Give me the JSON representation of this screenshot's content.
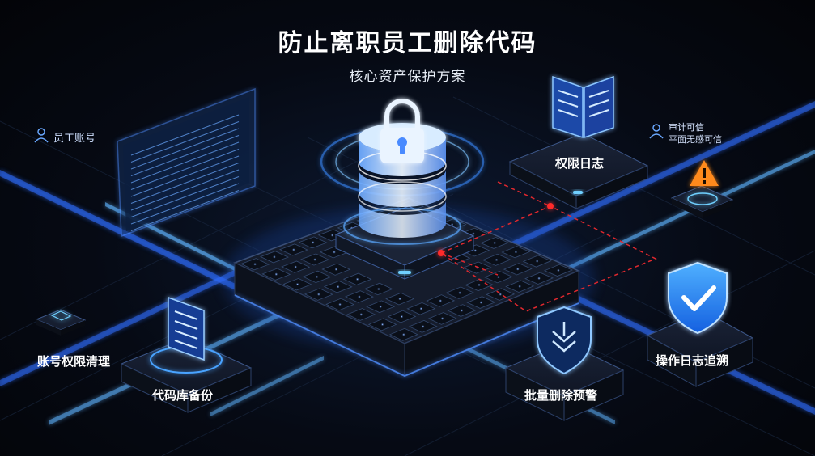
{
  "header": {
    "title": "防止离职员工删除代码",
    "subtitle": "核心资产保护方案"
  },
  "nodes": {
    "employee_account": "员工账号",
    "permission_log": "权限日志",
    "account_cleanup": "账号权限清理",
    "repo_backup": "代码库备份",
    "bulk_delete_alert": "批量删除预警",
    "operation_log_trace": "操作日志追溯"
  },
  "audit": {
    "line1": "审计可信",
    "line2": "平面无感可信"
  },
  "colors": {
    "accent": "#2e7bff",
    "glow": "#5fb4ff",
    "alert": "#ff8a1f",
    "danger_line": "#e0282e"
  }
}
